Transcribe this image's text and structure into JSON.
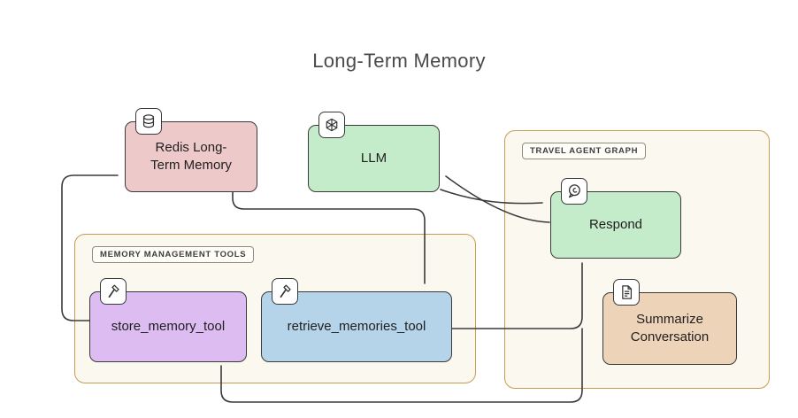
{
  "title": "Long-Term Memory",
  "colors": {
    "container_border": "#c79b52",
    "container_fill": "#fbf8f0",
    "node_border": "#3a3a3a",
    "arrow": "#3a3a3a",
    "badge_fill": "#ffffff",
    "redis_fill": "#eec9c9",
    "llm_fill": "#c5ecca",
    "respond_fill": "#c5ecca",
    "summarize_fill": "#edd3b8",
    "store_fill": "#ddbcf2",
    "retrieve_fill": "#b5d4e9"
  },
  "groups": {
    "travel_agent": {
      "label": "TRAVEL AGENT GRAPH"
    },
    "memory_tools": {
      "label": "MEMORY MANAGEMENT TOOLS"
    }
  },
  "nodes": {
    "redis": {
      "label_lines": [
        "Redis Long-",
        "Term Memory"
      ],
      "icon": "database"
    },
    "llm": {
      "label": "LLM",
      "icon": "openai-logo"
    },
    "respond": {
      "label": "Respond",
      "icon": "speech-bubble"
    },
    "summarize": {
      "label_lines": [
        "Summarize",
        "Conversation"
      ],
      "icon": "document"
    },
    "store": {
      "label": "store_memory_tool",
      "icon": "hammer"
    },
    "retrieve": {
      "label": "retrieve_memories_tool",
      "icon": "hammer"
    }
  },
  "edges": [
    {
      "from": "store_memory_tool",
      "to": "Redis Long-Term Memory"
    },
    {
      "from": "Redis Long-Term Memory",
      "to": "retrieve_memories_tool"
    },
    {
      "from": "Respond",
      "to": "LLM"
    },
    {
      "from": "LLM",
      "to": "Respond"
    },
    {
      "from": "retrieve_memories_tool",
      "to": "Respond"
    },
    {
      "from": "Respond",
      "to": "store_memory_tool"
    }
  ]
}
